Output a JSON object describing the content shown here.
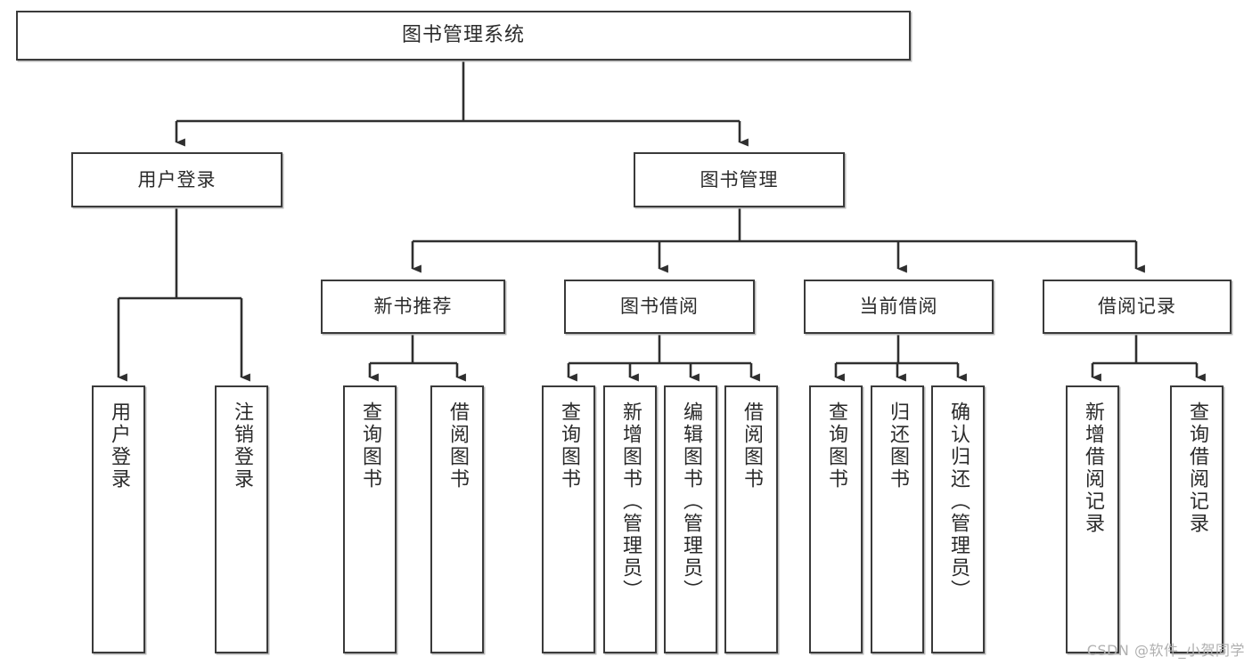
{
  "diagram": {
    "title": "图书管理系统",
    "type": "tree",
    "watermark": "CSDN @软件_小贺同学",
    "colors": {
      "background": "#ffffff",
      "box_border": "#3a3a3a",
      "box_fill": "#ffffff",
      "box_shadow": "#b9b9b9",
      "edge": "#2f2f2f",
      "text": "#2b2b2b",
      "watermark": "#b0b0b0"
    },
    "nodes": {
      "root": {
        "label": "图书管理系统"
      },
      "level1": [
        {
          "id": "user-login",
          "label": "用户登录"
        },
        {
          "id": "book-manage",
          "label": "图书管理"
        }
      ],
      "level2": [
        {
          "id": "new-book-recommend",
          "label": "新书推荐"
        },
        {
          "id": "book-borrow",
          "label": "图书借阅"
        },
        {
          "id": "current-borrow",
          "label": "当前借阅"
        },
        {
          "id": "borrow-record",
          "label": "借阅记录"
        }
      ],
      "leaves": [
        {
          "id": "leaf-user-login",
          "label": "用户登录",
          "parent": "user-login"
        },
        {
          "id": "leaf-logout",
          "label": "注销登录",
          "parent": "user-login"
        },
        {
          "id": "leaf-query-book-1",
          "label": "查询图书",
          "parent": "new-book-recommend"
        },
        {
          "id": "leaf-borrow-book-1",
          "label": "借阅图书",
          "parent": "new-book-recommend"
        },
        {
          "id": "leaf-query-book-2",
          "label": "查询图书",
          "parent": "book-borrow"
        },
        {
          "id": "leaf-add-book",
          "label": "新增图书（管理员）",
          "parent": "book-borrow"
        },
        {
          "id": "leaf-edit-book",
          "label": "编辑图书（管理员）",
          "parent": "book-borrow"
        },
        {
          "id": "leaf-borrow-book-2",
          "label": "借阅图书",
          "parent": "book-borrow"
        },
        {
          "id": "leaf-query-book-3",
          "label": "查询图书",
          "parent": "current-borrow"
        },
        {
          "id": "leaf-return-book",
          "label": "归还图书",
          "parent": "current-borrow"
        },
        {
          "id": "leaf-confirm-return",
          "label": "确认归还（管理员）",
          "parent": "current-borrow"
        },
        {
          "id": "leaf-add-record",
          "label": "新增借阅记录",
          "parent": "borrow-record"
        },
        {
          "id": "leaf-query-record",
          "label": "查询借阅记录",
          "parent": "borrow-record"
        }
      ]
    }
  }
}
